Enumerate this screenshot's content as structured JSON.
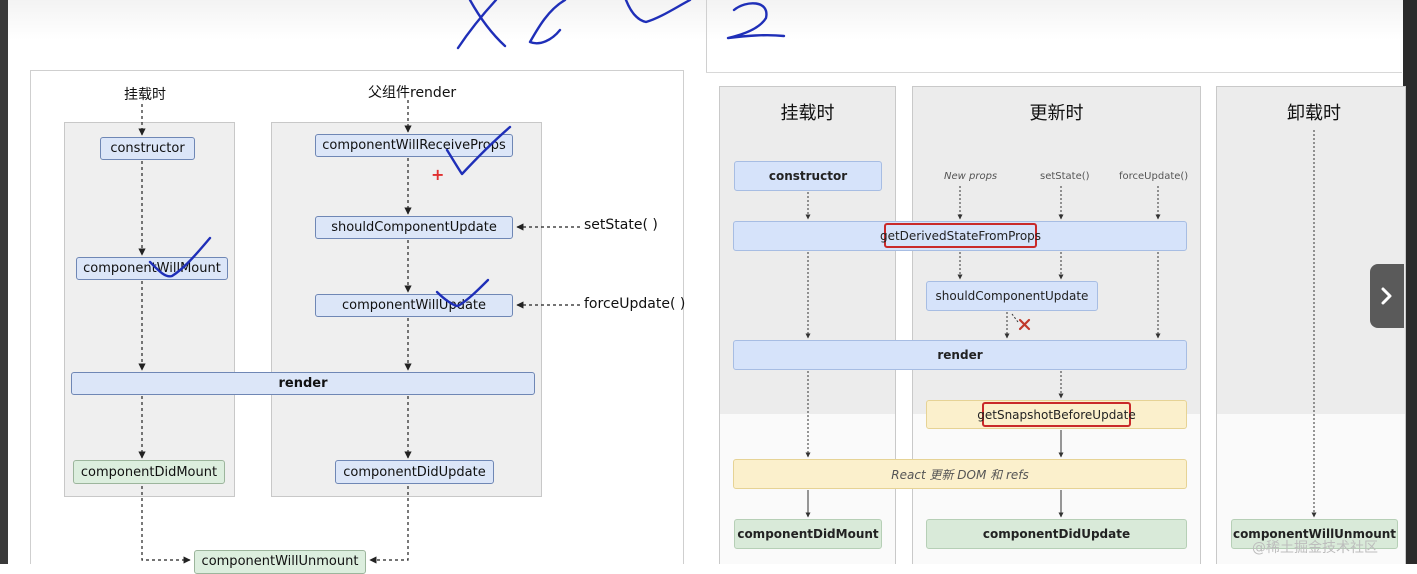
{
  "left": {
    "mount_label": "挂载时",
    "parent_label": "父组件render",
    "nodes": {
      "constructor": "constructor",
      "will_receive_props": "componentWillReceiveProps",
      "should_update": "shouldComponentUpdate",
      "will_mount": "componentWillMount",
      "will_update": "componentWillUpdate",
      "render": "render",
      "did_mount": "componentDidMount",
      "did_update": "componentDidUpdate",
      "will_unmount": "componentWillUnmount"
    },
    "set_state": "setState( )",
    "force_update": "forceUpdate( )",
    "plus": "+"
  },
  "right": {
    "columns": [
      "挂载时",
      "更新时",
      "卸载时"
    ],
    "triggers": [
      "New props",
      "setState()",
      "forceUpdate()"
    ],
    "nodes": {
      "constructor": "constructor",
      "get_derived": "getDerivedStateFromProps",
      "should_update": "shouldComponentUpdate",
      "render": "render",
      "get_snapshot": "getSnapshotBeforeUpdate",
      "react_dom": "React 更新 DOM 和 refs",
      "did_mount": "componentDidMount",
      "did_update": "componentDidUpdate",
      "will_unmount": "componentWillUnmount"
    }
  },
  "watermark": "@稀土掘金技术社区",
  "next_icon": "chevron-right-icon"
}
